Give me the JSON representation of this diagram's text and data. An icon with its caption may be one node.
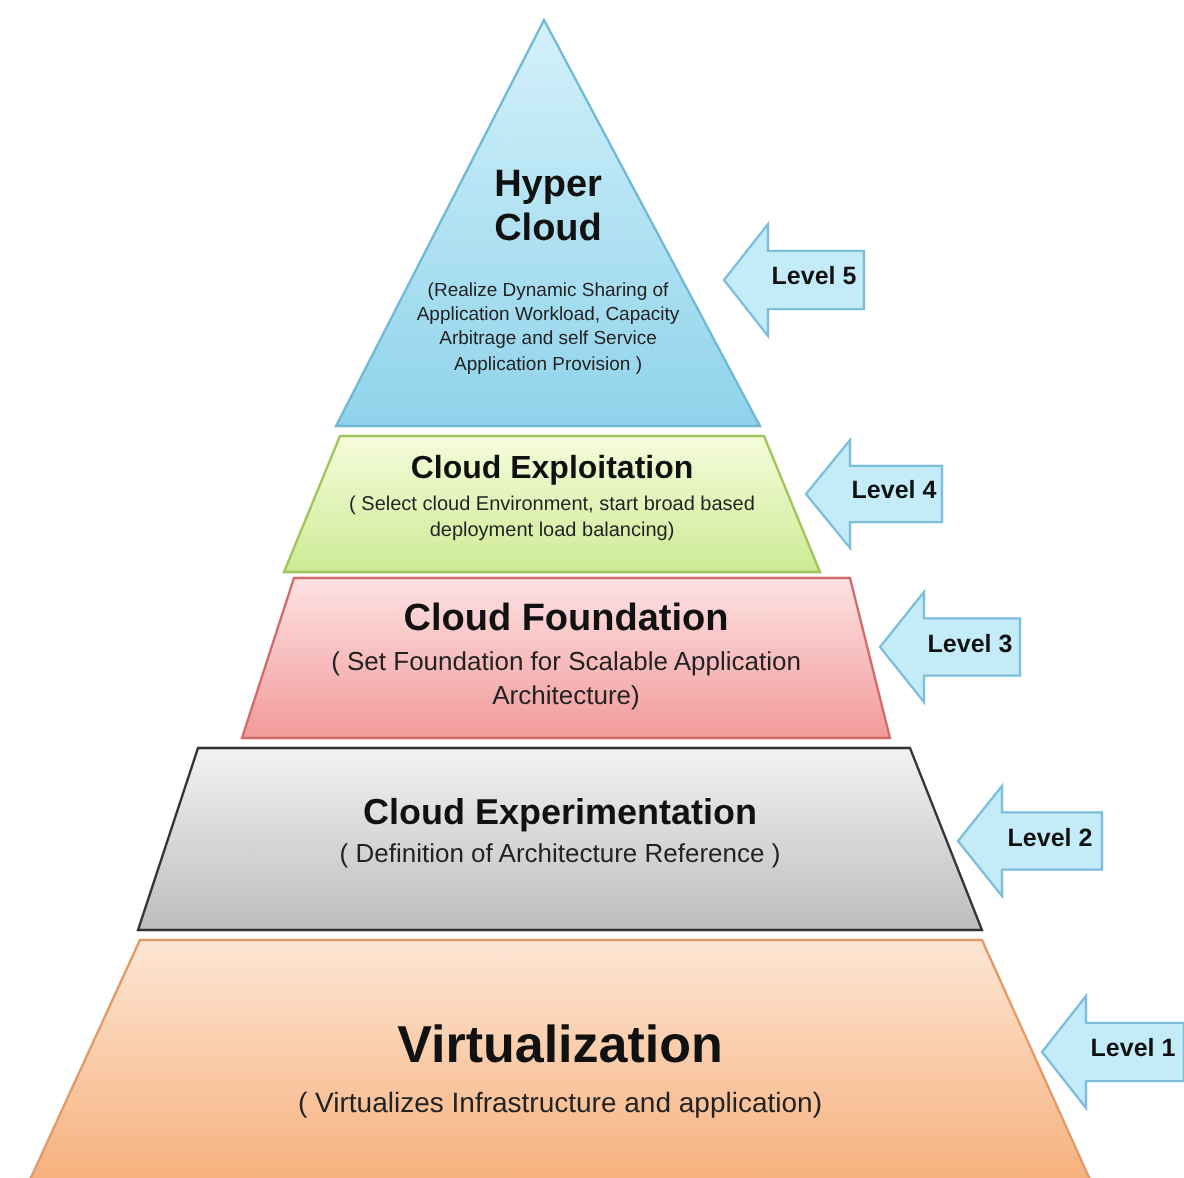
{
  "diagram": {
    "nodes": [
      {
        "text": [
          "Hyper Cloud",
          "(Realize Dynamic Sharing of Application Workload, Capacity Arbitrage and self Service Application Provision )"
        ]
      },
      {
        "text": [
          "Cloud Exploitation",
          "( Select cloud Environment, start broad based deployment load balancing)"
        ]
      },
      {
        "text": [
          "Cloud Foundation",
          "( Set Foundation for Scalable Application Architecture)"
        ]
      },
      {
        "text": [
          "Cloud Experimentation",
          "( Definition of Architecture Reference )"
        ]
      },
      {
        "text": [
          "Virtualization",
          "( Virtualizes Infrastructure and application)"
        ]
      },
      {
        "text": [
          "Level 5"
        ]
      },
      {
        "text": [
          "Level 4"
        ]
      },
      {
        "text": [
          "Level 3"
        ]
      },
      {
        "text": [
          "Level 2"
        ]
      },
      {
        "text": [
          "Level 1"
        ]
      }
    ]
  }
}
